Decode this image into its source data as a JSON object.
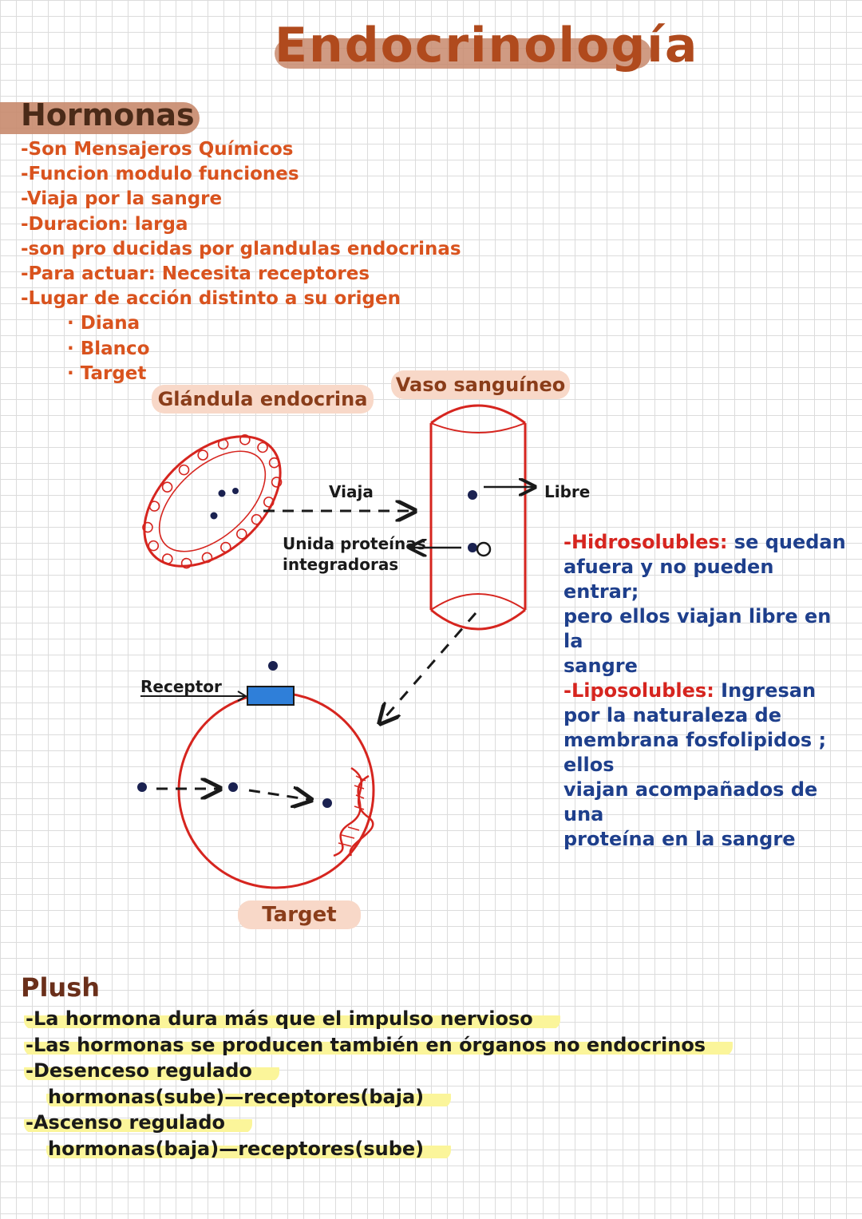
{
  "title": "Endocrinología",
  "section": {
    "heading": "Hormonas",
    "items": [
      "-Son Mensajeros Químicos",
      "-Funcion modulo funciones",
      "-Viaja por la sangre",
      "-Duracion: larga",
      "-son pro ducidas por glandulas endocrinas",
      "-Para actuar: Necesita receptores",
      "-Lugar de acción distinto a su origen"
    ],
    "subitems": [
      "· Diana",
      "· Blanco",
      "· Target"
    ]
  },
  "diagram": {
    "gland_label": "Glándula endocrina",
    "vessel_label": "Vaso sanguíneo",
    "travel_label": "Viaja",
    "free_label": "Libre",
    "bound_label_1": "Unida proteínas",
    "bound_label_2": "integradoras",
    "receptor_label": "Receptor",
    "target_label": "Target"
  },
  "notes": {
    "hydro_term": "-Hidrosolubles:",
    "hydro_text_1": " se quedan",
    "hydro_lines": [
      "afuera y no pueden entrar;",
      "pero ellos viajan libre en la",
      "sangre"
    ],
    "lipo_term": "-Liposolubles:",
    "lipo_text_1": " Ingresan",
    "lipo_lines": [
      "por la naturaleza de",
      "membrana fosfolipidos ; ellos",
      "viajan acompañados de una",
      "proteína en la sangre"
    ]
  },
  "plush": {
    "title": "Plush",
    "items": [
      "-La hormona dura más que el impulso nervioso",
      "-Las hormonas se producen también en órganos no endocrinos",
      "-Desenceso regulado",
      "hormonas(sube)—receptores(baja)",
      "-Ascenso regulado",
      "hormonas(baja)—receptores(sube)"
    ]
  },
  "colors": {
    "title": "#b04a1d",
    "pill": "#c88a6d",
    "orange_text": "#d9531e",
    "diagram_red": "#d6251f",
    "dot": "#1a2150",
    "receptor": "#2f7fd9",
    "blue_text": "#1e3f8c",
    "highlight": "#fbf59a"
  }
}
